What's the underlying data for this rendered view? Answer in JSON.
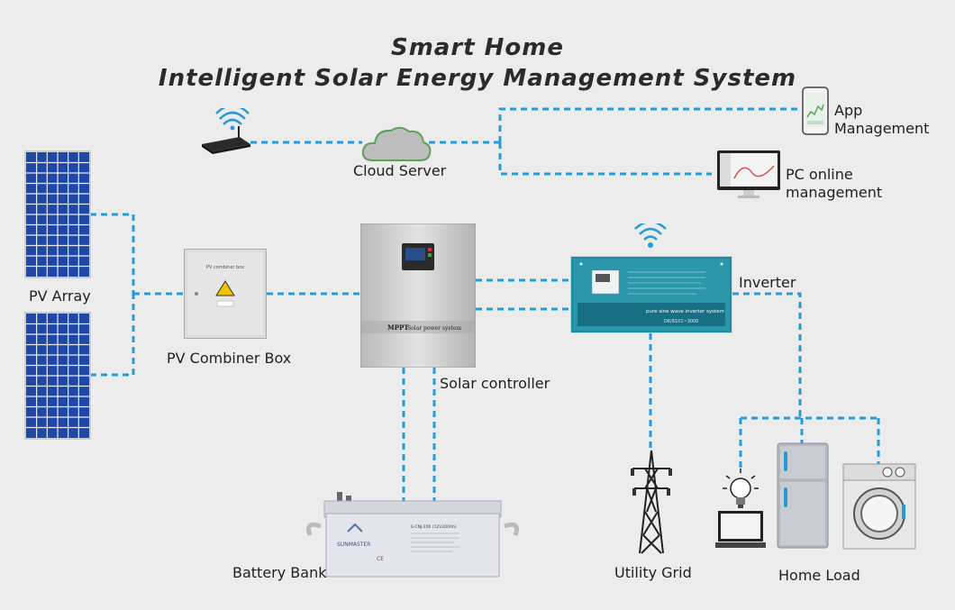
{
  "title": {
    "line1": "Smart Home",
    "line2": "Intelligent Solar Energy Management System"
  },
  "labels": {
    "cloud_server": "Cloud Server",
    "app_management_1": "App",
    "app_management_2": "Management",
    "pc_management_1": "PC online",
    "pc_management_2": "management",
    "pv_array": "PV Array",
    "pv_combiner": "PV  Combiner Box",
    "solar_controller": "Solar controller",
    "inverter": "Inverter",
    "battery_bank": "Battery Bank",
    "utility_grid": "Utility Grid",
    "home_load": "Home Load"
  },
  "device_text": {
    "combiner_plate": "PV combiner box",
    "controller_brand": "MPPT",
    "controller_caption": "Solar power system",
    "inverter_caption": "pure sine wave inverter system",
    "inverter_model": "DK/6101~3000",
    "battery_brand": "SUNMASTER",
    "battery_model": "6-CNJ-200 (12V200Ah)",
    "battery_marks": "CE"
  },
  "colors": {
    "link": "#2a9ad6",
    "background": "#ececec",
    "panel_blue": "#1e47a6",
    "inverter_teal": "#1d8aa0",
    "cloud_green": "#5fa05a"
  },
  "icons": [
    "router-icon",
    "cloud-icon",
    "phone-icon",
    "monitor-icon",
    "solar-panel-icon",
    "combiner-box-icon",
    "solar-controller-icon",
    "inverter-icon",
    "battery-icon",
    "pylon-icon",
    "bulb-icon",
    "laptop-icon",
    "fridge-icon",
    "washer-icon",
    "wifi-icon"
  ]
}
